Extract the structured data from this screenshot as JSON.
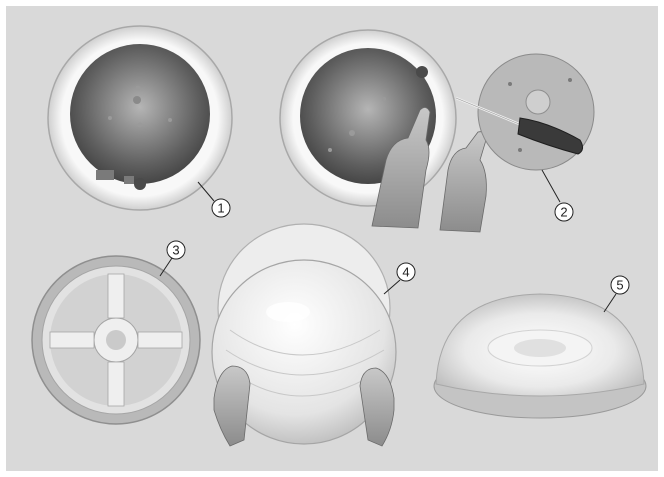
{
  "figure": {
    "background": "#d9d9d9",
    "steps": [
      {
        "number": "1",
        "subject": "luminaire-base-interior"
      },
      {
        "number": "2",
        "subject": "gear-plate-removal-with-screwdriver"
      },
      {
        "number": "3",
        "subject": "mounting-ring"
      },
      {
        "number": "4",
        "subject": "diffuser-dome-attachment"
      },
      {
        "number": "5",
        "subject": "assembled-luminaire"
      }
    ]
  }
}
